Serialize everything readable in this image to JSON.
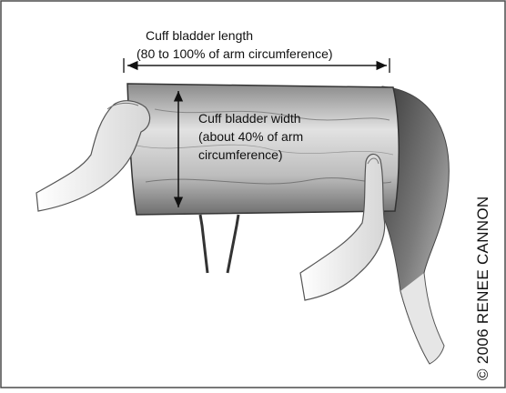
{
  "labels": {
    "length_line1": "Cuff bladder length",
    "length_line2": "(80 to 100% of arm circumference)",
    "width_line1": "Cuff bladder width",
    "width_line2": "(about 40% of arm",
    "width_line3": "circumference)"
  },
  "credit": "© 2006 RENEE CANNON",
  "colors": {
    "frame": "#4a4a4a",
    "ink": "#111111",
    "cuff_light": "#d8d8d8",
    "cuff_dark": "#6e6e6e"
  }
}
